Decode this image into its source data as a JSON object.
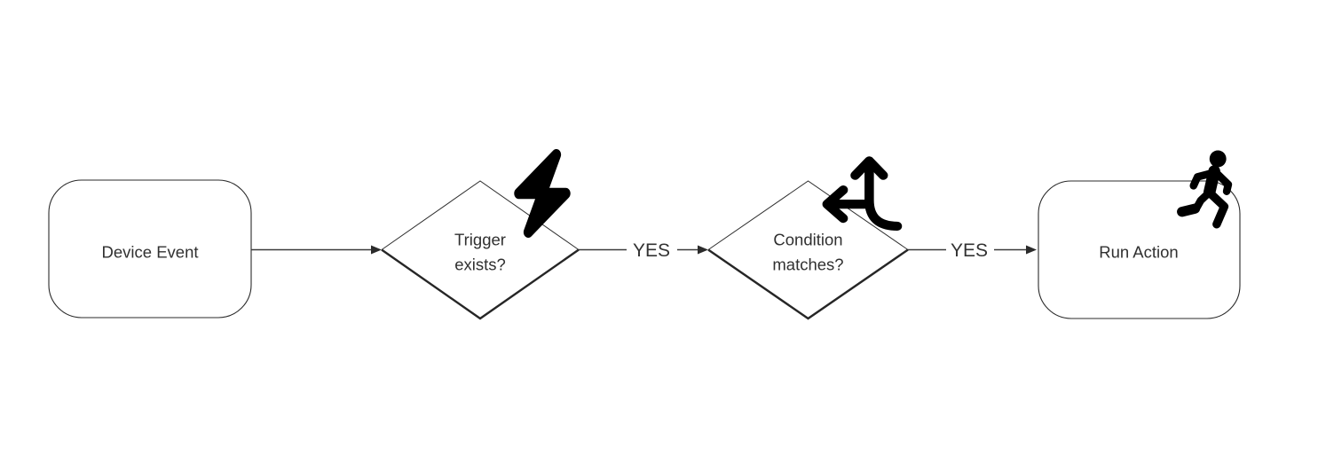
{
  "diagram": {
    "type": "flowchart",
    "background_color": "#ffffff",
    "shape_stroke_color": "#2b2b2b",
    "text_color": "#303030",
    "icon_color": "#000000",
    "nodes": [
      {
        "id": "device-event",
        "shape": "rounded-rectangle",
        "label": "Device Event",
        "icon": null
      },
      {
        "id": "trigger-exists",
        "shape": "diamond",
        "label": "Trigger exists?",
        "label_lines": [
          "Trigger",
          "exists?"
        ],
        "icon": "lightning-bolt-icon"
      },
      {
        "id": "condition-matches",
        "shape": "diamond",
        "label": "Condition matches?",
        "label_lines": [
          "Condition",
          "matches?"
        ],
        "icon": "split-arrows-up-left-icon"
      },
      {
        "id": "run-action",
        "shape": "rounded-rectangle",
        "label": "Run Action",
        "icon": "person-running-icon"
      }
    ],
    "connectors": [
      {
        "from": "device-event",
        "to": "trigger-exists",
        "label": ""
      },
      {
        "from": "trigger-exists",
        "to": "condition-matches",
        "label": "YES"
      },
      {
        "from": "condition-matches",
        "to": "run-action",
        "label": "YES"
      }
    ]
  }
}
